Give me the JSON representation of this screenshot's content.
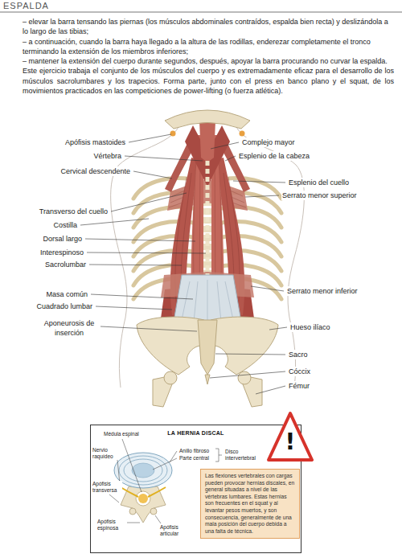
{
  "diagram": {
    "title": "ESPALDA",
    "nodes": [
      {
        "text": [
          "LA HERNIA DISCAL"
        ]
      },
      {
        "text": [
          "Las flexiones vertebrales con cargas pueden provocar hernias discales, en general situadas a nivel de las vértebras lumbares. Estas hernias son frecuentes en el squat y al levantar pesos muertos, y son consecuencia, generalmente de una mala posición del cuerpo debida a una falta de técnica."
        ],
        "in": 0
      },
      {
        "text": [
          "!"
        ]
      }
    ],
    "labels": [
      "– elevar la barra tensando las piernas (los músculos abdominales contraídos, espalda bien recta) y deslizándola a lo largo de las tibias;",
      "– a continuación, cuando la barra haya llegado a la altura de las rodillas, enderezar completamente el tronco terminando la extensión de los miembros inferiores;",
      "– mantener la extensión del cuerpo durante segundos, después, apoyar la barra procurando no curvar la espalda.",
      "Este ejercicio trabaja el conjunto de los músculos del cuerpo y es extremadamente eficaz para el desarrollo de los músculos sacrolumbares y los trapecios. Forma parte, junto con el press en banco plano y el squat, de los movimientos practicados en las competiciones de power-lifting (o fuerza atlética).",
      "Apófisis mastoides",
      "Vértebra",
      "Cervical descendente",
      "Transverso del cuello",
      "Costilla",
      "Dorsal largo",
      "Interespinoso",
      "Sacrolumbar",
      "Masa común",
      "Cuadrado lumbar",
      "Aponeurosis de inserción",
      "Complejo mayor",
      "Esplenio de la cabeza",
      "Esplenio del cuello",
      "Serrato menor superior",
      "Serrato menor inferior",
      "Hueso ilíaco",
      "Sacro",
      "Cóccix",
      "Fémur",
      "Médula espinal",
      "Nervio raquídeo",
      "Anillo fibroso",
      "Parte central",
      "Disco intervertebral",
      "Apófisis transversa",
      "Apófisis espinosa",
      "Apófisis articular"
    ]
  }
}
